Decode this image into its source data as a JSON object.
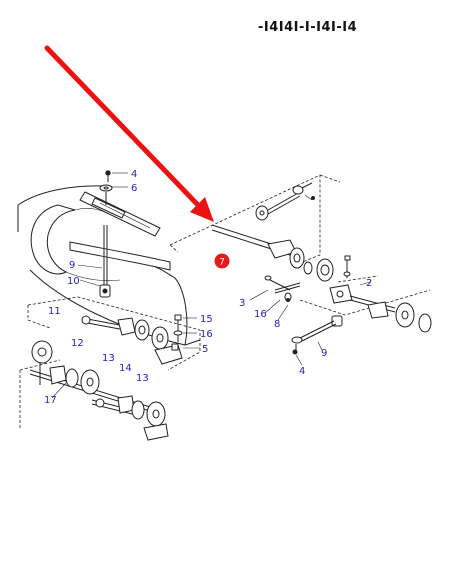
{
  "header": {
    "code": "-I4I4I-I-I4I-I4"
  },
  "callout": {
    "number": "7",
    "color": "#e21b1b"
  },
  "arrow": {
    "color": "#ee1111"
  },
  "labels": {
    "l4a": "4",
    "l6": "6",
    "l9a": "9",
    "l10": "10",
    "l11": "11",
    "l12": "12",
    "l13a": "13",
    "l14": "14",
    "l13b": "13",
    "l15": "15",
    "l16a": "16",
    "l5": "5",
    "l17": "17",
    "l3": "3",
    "l16b": "16",
    "l8": "8",
    "l2": "2",
    "l9b": "9",
    "l4b": "4"
  },
  "colors": {
    "label": "#2424b8",
    "line": "#222222"
  }
}
